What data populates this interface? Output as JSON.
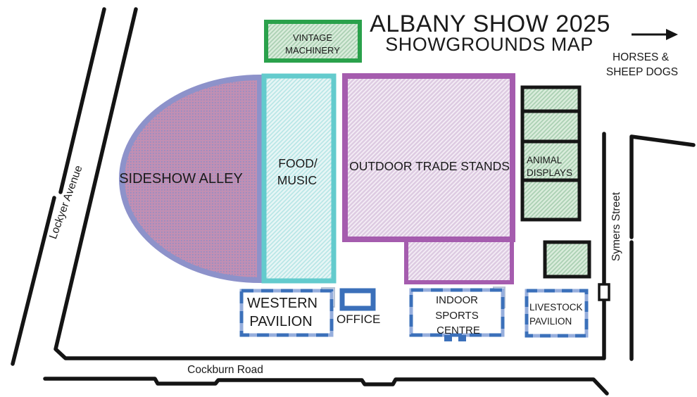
{
  "title": {
    "line1": "ALBANY SHOW 2025",
    "line2": "SHOWGROUNDS MAP"
  },
  "direction_note": {
    "line1": "HORSES &",
    "line2": "SHEEP DOGS",
    "icon": "arrow-right-icon"
  },
  "roads": {
    "lockyer": "Lockyer Avenue",
    "symers": "Symers Street",
    "cockburn": "Cockburn Road"
  },
  "areas": {
    "vintage_machinery": {
      "line1": "VINTAGE",
      "line2": "MACHINERY"
    },
    "sideshow_alley": {
      "label": "SIDESHOW ALLEY"
    },
    "food_music": {
      "line1": "FOOD/",
      "line2": "MUSIC"
    },
    "outdoor_trade_stands": {
      "label": "OUTDOOR TRADE STANDS"
    },
    "animal_displays": {
      "line1": "ANIMAL",
      "line2": "DISPLAYS"
    },
    "western_pavilion": {
      "line1": "WESTERN",
      "line2": "PAVILION"
    },
    "office": {
      "label": "OFFICE"
    },
    "indoor_sports_centre": {
      "line1": "INDOOR",
      "line2": "SPORTS",
      "line3": "CENTRE"
    },
    "livestock_pavilion": {
      "line1": "LIVESTOCK",
      "line2": "PAVILION"
    }
  },
  "colors": {
    "road_black": "#141414",
    "text_dark": "#1a1a1a",
    "green_border": "#2aa14b",
    "green_fill": "#d9ecdb",
    "green_hatch": "#abd0b3",
    "black_box_border": "#161616",
    "cyan_border": "#63cbcd",
    "cyan_fill": "#e6f5f5",
    "cyan_hatch": "#b6e6e6",
    "purple_border": "#a55cae",
    "purple_fill": "#ddcbe2",
    "purple_hatch": "#f4edf6",
    "sideshow_border": "#8d92ca",
    "sideshow_fill": "#c18fb3",
    "sideshow_dot": "#8d8ec6",
    "blue_dark": "#3b70ba",
    "blue_light": "#96aedd",
    "annex_border": "#b9c4d6"
  }
}
